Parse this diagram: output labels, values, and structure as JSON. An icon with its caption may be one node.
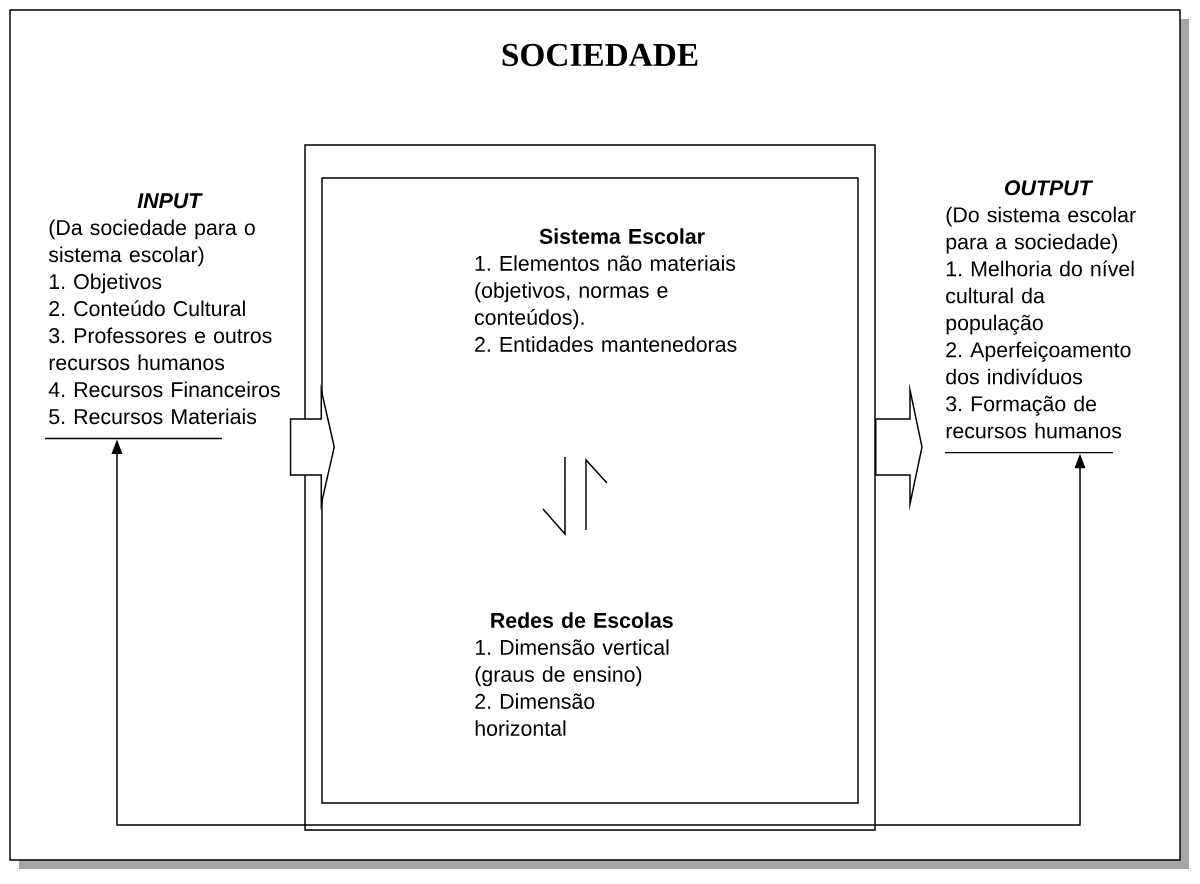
{
  "diagram": {
    "nodes": [
      {
        "text": [
          "SOCIEDADE"
        ]
      },
      {
        "text": [],
        "shape": "box",
        "in": 0
      },
      {
        "text": [],
        "shape": "box",
        "in": 1
      },
      {
        "text": [
          "Sistema Escolar",
          "1. Elementos não materiais (objetivos, normas e conteúdos).",
          "2. Entidades mantenedoras"
        ],
        "in": 2
      },
      {
        "text": [
          "Redes de Escolas",
          "1. Dimensão vertical (graus de ensino)",
          "2. Dimensão horizontal"
        ],
        "in": 2
      },
      {
        "text": [
          "INPUT",
          "(Da sociedade para o sistema escolar)",
          "1. Objetivos",
          "2. Conteúdo Cultural",
          "3. Professores e outros recursos humanos",
          "4. Recursos Financeiros",
          "5. Recursos Materiais"
        ],
        "in": 0
      },
      {
        "text": [
          "OUTPUT",
          "(Do sistema escolar para a sociedade)",
          "1. Melhoria do nível cultural da população",
          "2. Aperfeiçoamento dos indivíduos",
          "3. Formação de recursos humanos"
        ],
        "in": 0
      }
    ],
    "edges": [
      {
        "from": 5,
        "to": 1,
        "arrow": "to"
      },
      {
        "from": 1,
        "to": 6,
        "arrow": "to"
      },
      {
        "from": 6,
        "to": 5,
        "arrow": "both"
      }
    ]
  }
}
